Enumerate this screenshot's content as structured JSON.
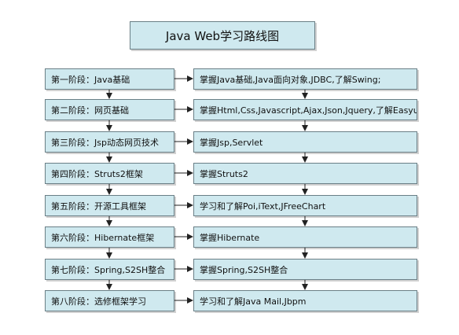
{
  "title": "Java Web学习路线图",
  "stages": [
    {
      "stage": "第一阶段：Java基础",
      "content": "掌握Java基础,Java面向对象,JDBC,了解Swing;"
    },
    {
      "stage": "第二阶段：网页基础",
      "content": "掌握Html,Css,Javascript,Ajax,Json,Jquery,了解Easyui;"
    },
    {
      "stage": "第三阶段：Jsp动态网页技术",
      "content": "掌握Jsp,Servlet"
    },
    {
      "stage": "第四阶段：Struts2框架",
      "content": "掌握Struts2"
    },
    {
      "stage": "第五阶段：开源工具框架",
      "content": "学习和了解Poi,iText,JFreeChart"
    },
    {
      "stage": "第六阶段：Hibernate框架",
      "content": "掌握Hibernate"
    },
    {
      "stage": "第七阶段：Spring,S2SH整合",
      "content": "掌握Spring,S2SH整合"
    },
    {
      "stage": "第八阶段：选修框架学习",
      "content": "学习和了解Java Mail,Jbpm"
    }
  ],
  "colors": {
    "box_fill": "#cfe9ef",
    "box_border": "#6a7f86",
    "line": "#222222"
  }
}
